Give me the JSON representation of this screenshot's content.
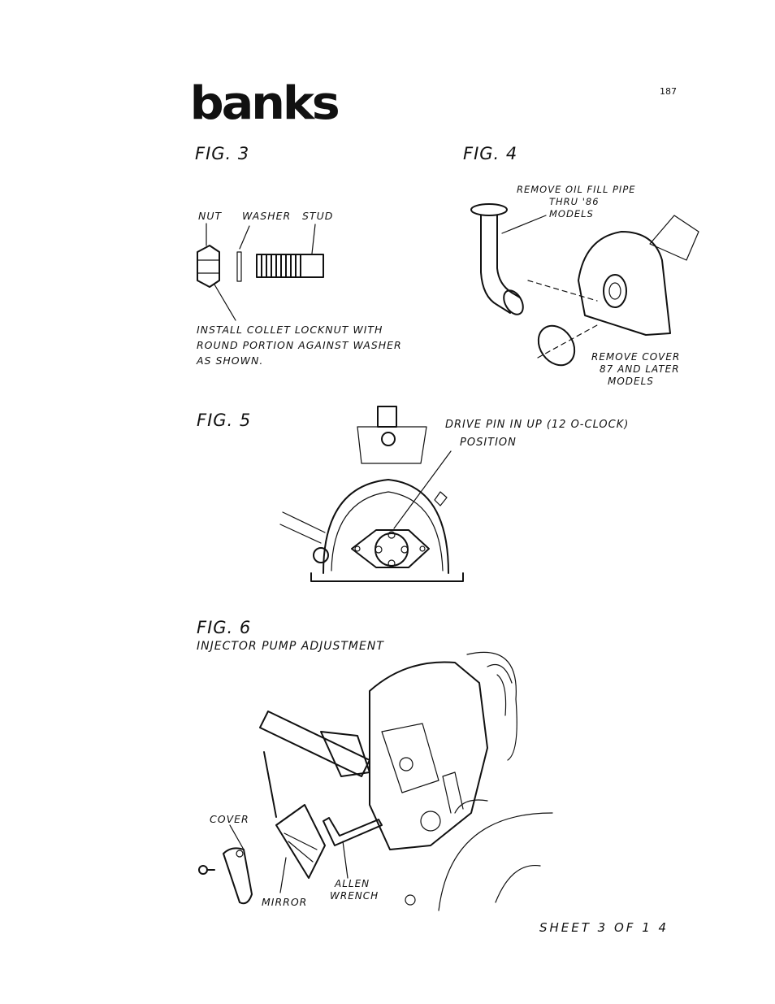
{
  "header": {
    "logo": "banks",
    "page_number": "187"
  },
  "fig3": {
    "title": "FIG. 3",
    "labels": {
      "nut": "NUT",
      "washer": "WASHER",
      "stud": "STUD"
    },
    "note": [
      "INSTALL COLLET LOCKNUT WITH",
      "ROUND PORTION AGAINST WASHER",
      "AS SHOWN."
    ]
  },
  "fig4": {
    "title": "FIG. 4",
    "oil_pipe": [
      "REMOVE OIL FILL PIPE",
      "THRU '86",
      "MODELS"
    ],
    "cover": [
      "REMOVE COVER",
      "87  AND LATER",
      "MODELS"
    ]
  },
  "fig5": {
    "title": "FIG. 5",
    "note": [
      "DRIVE PIN IN UP (12 O-CLOCK)",
      "POSITION"
    ]
  },
  "fig6": {
    "title": "FIG. 6",
    "subtitle": "INJECTOR PUMP ADJUSTMENT",
    "labels": {
      "cover": "COVER",
      "mirror": "MIRROR",
      "allen": [
        "ALLEN",
        "WRENCH"
      ]
    }
  },
  "footer": {
    "sheet": "SHEET  3  OF  1 4"
  }
}
